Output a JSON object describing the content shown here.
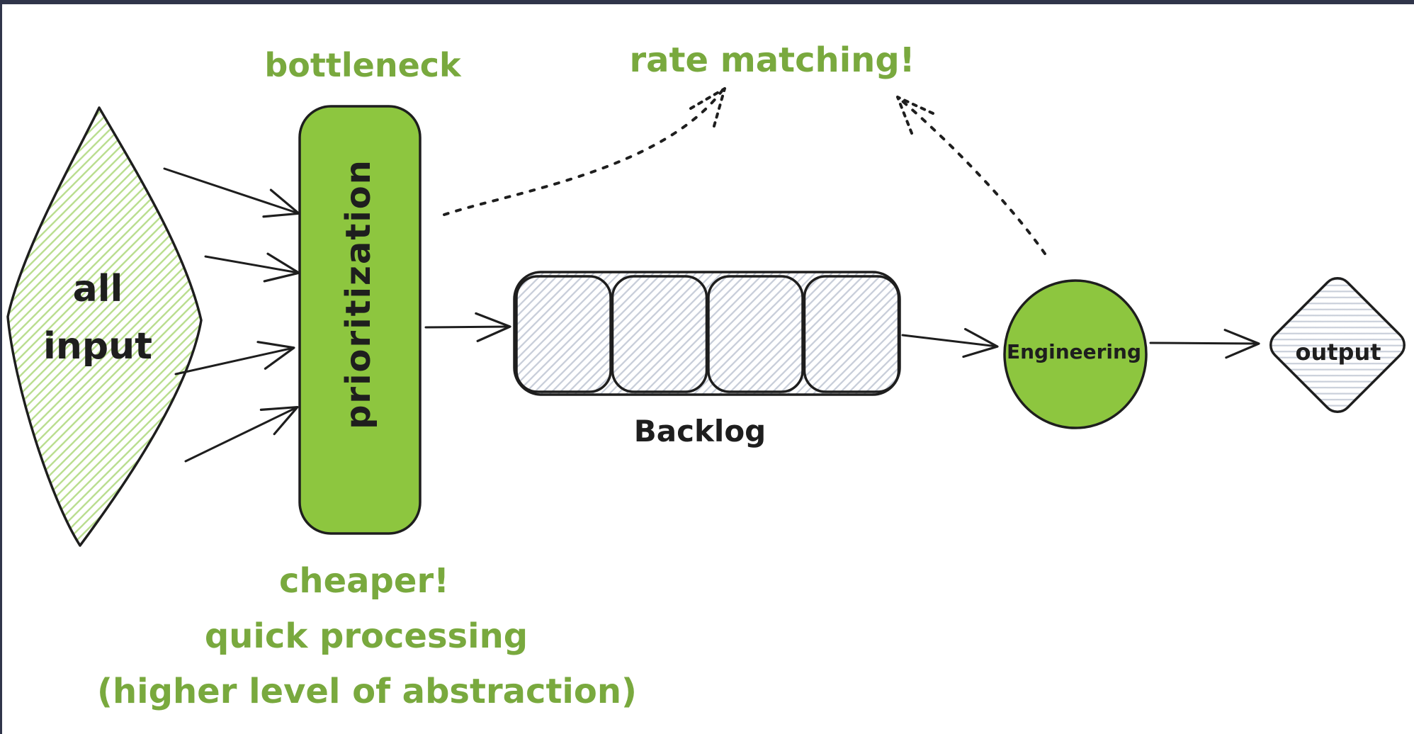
{
  "colors": {
    "canvas_bg": "#ffffff",
    "node_green": "#8dc63f",
    "green_text": "#79a93e",
    "ink": "#1e1e1e",
    "hatch_green": "#bade90",
    "hatch_gray": "#c9cfda",
    "frame_dark": "#30354a"
  },
  "annotations": {
    "bottleneck": "bottleneck",
    "rate_matching": "rate matching!",
    "cheaper": "cheaper!",
    "quick_processing": "quick processing",
    "higher_level": "(higher level of abstraction)"
  },
  "nodes": {
    "all_input": {
      "line1": "all",
      "line2": "input"
    },
    "prioritization": {
      "label": "prioritization"
    },
    "backlog": {
      "label": "Backlog",
      "slot_count": 4
    },
    "engineering": {
      "label": "Engineering"
    },
    "output": {
      "label": "output"
    }
  }
}
